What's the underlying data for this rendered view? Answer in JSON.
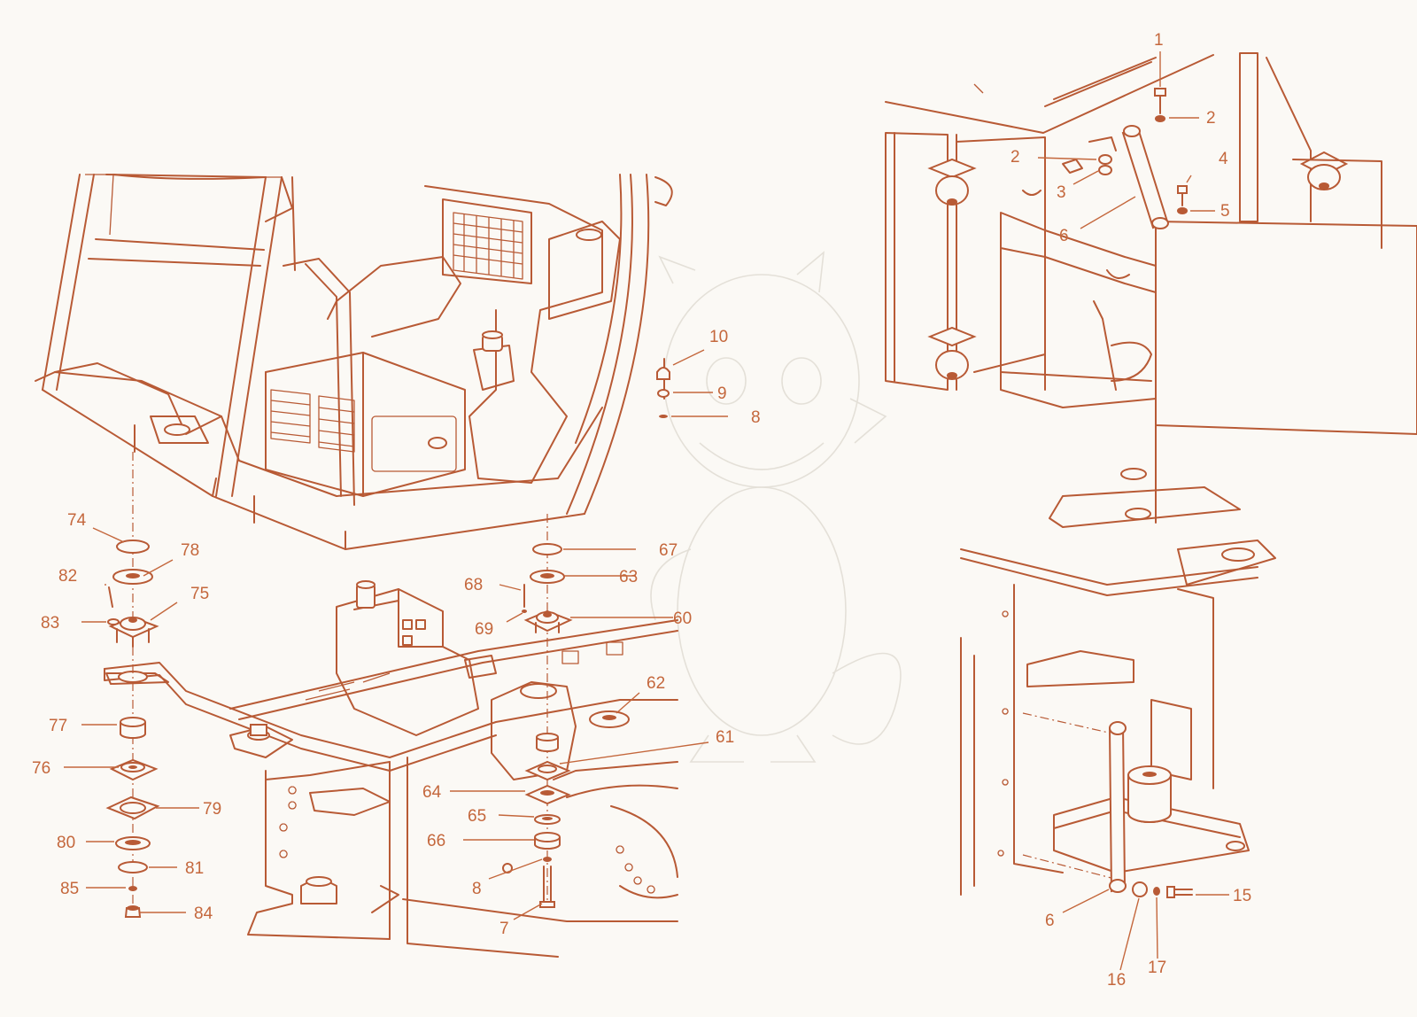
{
  "palette": {
    "line": "#b85a35",
    "label": "#c4673c",
    "background": "#fbf9f5",
    "watermark": "#e4e0d8"
  },
  "watermark_icon": "dragon-watermark-icon",
  "callouts": [
    {
      "id": "c1",
      "text": "1"
    },
    {
      "id": "c2a",
      "text": "2"
    },
    {
      "id": "c2b",
      "text": "2"
    },
    {
      "id": "c3",
      "text": "3"
    },
    {
      "id": "c4",
      "text": "4"
    },
    {
      "id": "c5",
      "text": "5"
    },
    {
      "id": "c6a",
      "text": "6"
    },
    {
      "id": "c10",
      "text": "10"
    },
    {
      "id": "c9",
      "text": "9"
    },
    {
      "id": "c8a",
      "text": "8"
    },
    {
      "id": "c74",
      "text": "74"
    },
    {
      "id": "c78",
      "text": "78"
    },
    {
      "id": "c82",
      "text": "82"
    },
    {
      "id": "c75",
      "text": "75"
    },
    {
      "id": "c83",
      "text": "83"
    },
    {
      "id": "c77",
      "text": "77"
    },
    {
      "id": "c76",
      "text": "76"
    },
    {
      "id": "c79",
      "text": "79"
    },
    {
      "id": "c80",
      "text": "80"
    },
    {
      "id": "c81",
      "text": "81"
    },
    {
      "id": "c85",
      "text": "85"
    },
    {
      "id": "c84",
      "text": "84"
    },
    {
      "id": "c67",
      "text": "67"
    },
    {
      "id": "c68",
      "text": "68"
    },
    {
      "id": "c63",
      "text": "63"
    },
    {
      "id": "c69",
      "text": "69"
    },
    {
      "id": "c60",
      "text": "60"
    },
    {
      "id": "c62",
      "text": "62"
    },
    {
      "id": "c61",
      "text": "61"
    },
    {
      "id": "c64",
      "text": "64"
    },
    {
      "id": "c65",
      "text": "65"
    },
    {
      "id": "c66",
      "text": "66"
    },
    {
      "id": "c8b",
      "text": "8"
    },
    {
      "id": "c7",
      "text": "7"
    },
    {
      "id": "c6b",
      "text": "6"
    },
    {
      "id": "c15",
      "text": "15"
    },
    {
      "id": "c16",
      "text": "16"
    },
    {
      "id": "c17",
      "text": "17"
    }
  ]
}
